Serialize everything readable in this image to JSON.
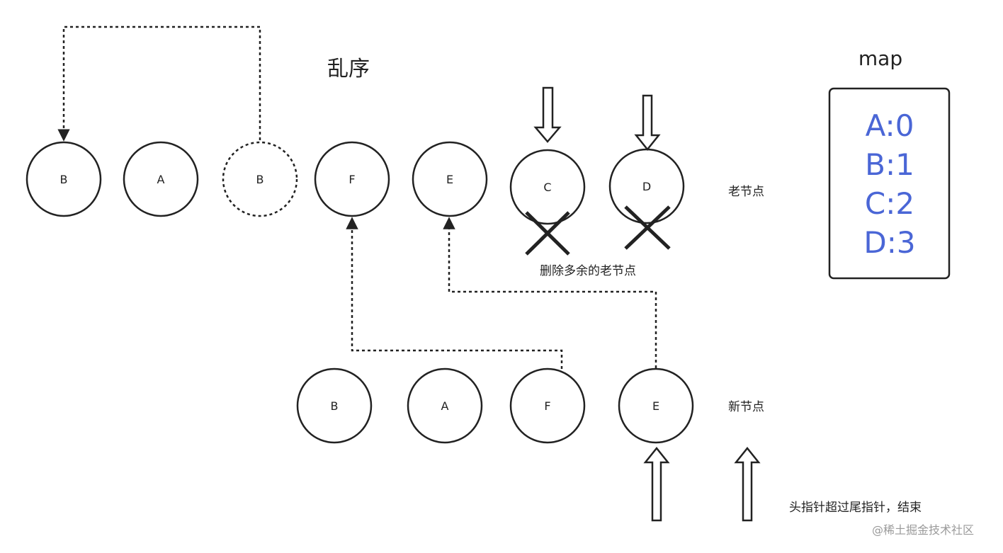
{
  "title": "乱序",
  "old_nodes_label": "老节点",
  "new_nodes_label": "新节点",
  "delete_note": "删除多余的老节点",
  "end_note": "头指针超过尾指针，结束",
  "watermark": "@稀土掘金技术社区",
  "map": {
    "title": "map",
    "entries": [
      "A:0",
      "B:1",
      "C:2",
      "D:3"
    ],
    "entry_color": "#4a66d6"
  },
  "old_nodes": [
    {
      "label": "B",
      "style": "solid"
    },
    {
      "label": "A",
      "style": "solid"
    },
    {
      "label": "B",
      "style": "dashed"
    },
    {
      "label": "F",
      "style": "solid"
    },
    {
      "label": "E",
      "style": "solid"
    },
    {
      "label": "C",
      "style": "solid",
      "deleted": true
    },
    {
      "label": "D",
      "style": "solid",
      "deleted": true
    }
  ],
  "new_nodes": [
    {
      "label": "B"
    },
    {
      "label": "A"
    },
    {
      "label": "F"
    },
    {
      "label": "E"
    }
  ]
}
